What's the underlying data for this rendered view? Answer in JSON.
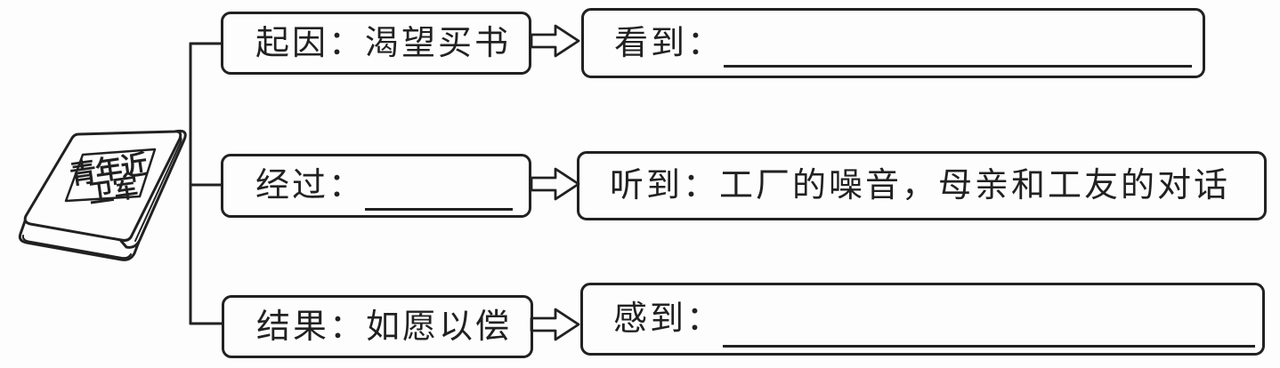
{
  "figure": {
    "description_topic": "story structure flowchart",
    "book": {
      "title_line1": "青年近",
      "title_line2": "卫军"
    },
    "rows": [
      {
        "left_label": "起因：渴望买书",
        "right_label": "看到：",
        "right_has_blank": true
      },
      {
        "left_label": "经过：",
        "left_has_blank": true,
        "right_label": "听到：工厂的噪音，母亲和工友的对话"
      },
      {
        "left_label": "结果：如愿以偿",
        "right_label": "感到：",
        "right_has_blank": true
      }
    ],
    "colors": {
      "ink": "#212121",
      "paper": "#fdfdfd"
    }
  }
}
